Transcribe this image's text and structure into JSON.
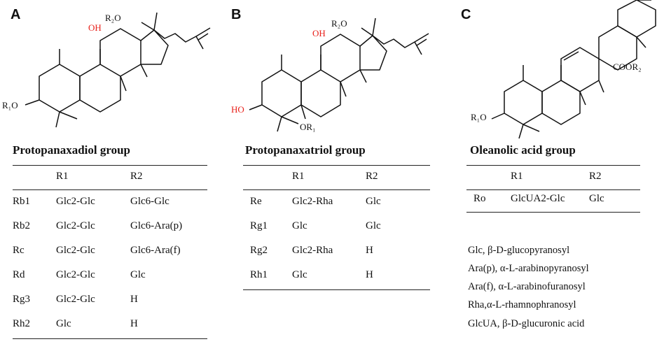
{
  "panels": {
    "A": {
      "label": "A",
      "structure_labels": {
        "r2o": "R₂O",
        "oh": "OH",
        "r1o": "R₁O"
      },
      "group_title": "Protopanaxadiol group",
      "table": {
        "headers": [
          "",
          "R1",
          "R2"
        ],
        "rows": [
          [
            "Rb1",
            "Glc2-Glc",
            "Glc6-Glc"
          ],
          [
            "Rb2",
            "Glc2-Glc",
            "Glc6-Ara(p)"
          ],
          [
            "Rc",
            "Glc2-Glc",
            "Glc6-Ara(f)"
          ],
          [
            "Rd",
            "Glc2-Glc",
            "Glc"
          ],
          [
            "Rg3",
            "Glc2-Glc",
            "H"
          ],
          [
            "Rh2",
            "Glc",
            "H"
          ]
        ]
      }
    },
    "B": {
      "label": "B",
      "structure_labels": {
        "r2o": "R₂O",
        "oh_top": "OH",
        "ho": "HO",
        "or1": "OR₁"
      },
      "group_title": "Protopanaxatriol group",
      "table": {
        "headers": [
          "",
          "R1",
          "R2"
        ],
        "rows": [
          [
            "Re",
            "Glc2-Rha",
            "Glc"
          ],
          [
            "Rg1",
            "Glc",
            "Glc"
          ],
          [
            "Rg2",
            "Glc2-Rha",
            "H"
          ],
          [
            "Rh1",
            "Glc",
            "H"
          ]
        ]
      }
    },
    "C": {
      "label": "C",
      "structure_labels": {
        "coor2": "COOR₂",
        "r1o": "R₁O"
      },
      "group_title": "Oleanolic acid group",
      "table": {
        "headers": [
          "",
          "R1",
          "R2"
        ],
        "rows": [
          [
            "Ro",
            "GlcUA2-Glc",
            "Glc"
          ]
        ]
      }
    }
  },
  "abbreviations": [
    "Glc, β-D-glucopyranosyl",
    "Ara(p), α-L-arabinopyranosyl",
    "Ara(f), α-L-arabinofuranosyl",
    "Rha,α-L-rhamnophranosyl",
    "GlcUA, β-D-glucuronic acid"
  ],
  "colors": {
    "hydroxyl_highlight": "#e8201a",
    "ink": "#111111",
    "rule": "#222222"
  }
}
